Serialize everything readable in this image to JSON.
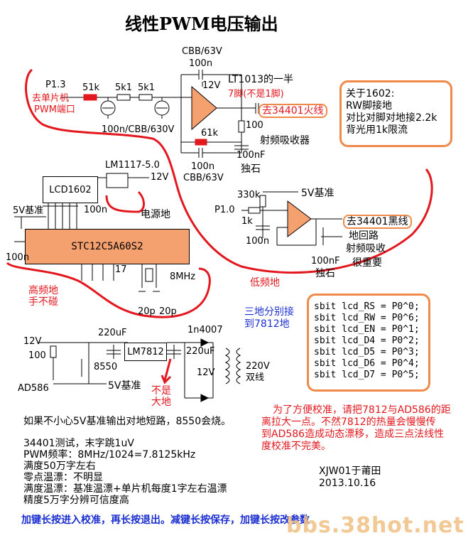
{
  "title": "线性PWM电压输出",
  "top_circuit": {
    "cap_top": "CBB/63V",
    "cap_top_val": "100n",
    "lt1013": "LT1013的一半",
    "pin7": "7脚(不是1脚)",
    "v12": "12V",
    "p13": "P1.3",
    "to_mcu_1": "去单片机",
    "to_mcu_2": "PWM端口",
    "r51k": "51k",
    "r5k1_a": "5k1",
    "r5k1_b": "5k1",
    "cap_mid": "100n/CBB/630V",
    "r61k": "61k",
    "to_34401_red": "去34401火线",
    "r100": "100",
    "rf_absorber": "射频吸收器",
    "cap_100nf": "100nF",
    "isolated": "独石",
    "cap_bot_val": "100n",
    "cap_bot": "CBB/63V"
  },
  "note_1602": {
    "l1": "关于1602:",
    "l2": "RW脚接地",
    "l3": "对比对脚对地接2.2k",
    "l4": "背光用1k限流"
  },
  "mid_circuit": {
    "lm1117": "LM1117-5.0",
    "v12": "12V",
    "lcd": "LCD1602",
    "c100n": "100n",
    "power_gnd": "电源地",
    "v5ref": "5V基准",
    "mcu": "STC12C5A60S2",
    "c100n_left": "100n",
    "n17": "17",
    "xtal": "8MHz",
    "c20p_a": "20p",
    "c20p_b": "20p",
    "hf_gnd_1": "高频地",
    "hf_gnd_2": "手不碰",
    "lf_gnd": "低频地"
  },
  "ref_circuit": {
    "r330k": "330k",
    "v5ref": "5V基准",
    "p10": "P1.0",
    "r1k": "1k",
    "c100n": "100n",
    "to_34401_black": "去34401黑线",
    "gnd_loop": "地回路",
    "rf_absorb": "射频吸收",
    "important": "很重要",
    "cap_100nf": "100nF",
    "isolated": "独石"
  },
  "three_ground_1": "三地分别接",
  "three_ground_2": "到7812地",
  "sbit_lines": [
    "sbit lcd_RS = P0^0;",
    "sbit lcd_RW = P0^6;",
    "sbit lcd_EN = P0^1;",
    "sbit lcd_D4 = P0^2;",
    "sbit lcd_D5 = P0^3;",
    "sbit lcd_D6 = P0^4;",
    "sbit lcd_D7 = P0^5;"
  ],
  "psu": {
    "v12": "12V",
    "r100": "100",
    "ad586": "AD586",
    "q8550": "8550",
    "v5ref": "5V基准",
    "c220uf_a": "220uF",
    "lm7812": "LM7812",
    "c220uf_b": "220uF",
    "d1n4007": "1n4007",
    "v12_tx": "12V",
    "v220": "220V",
    "dual": "双线",
    "not_gnd_1": "不是",
    "not_gnd_2": "大地"
  },
  "warning_8550": "如果不小心5V基准输出对地短路，8550会烧。",
  "note_7812_1": "为了方便校准，请把7812与AD586的距",
  "note_7812_2": "离拉大一点。不然7812的热量会慢慢传",
  "note_7812_3": "到AD586造成动态漂移，造成三点法线性",
  "note_7812_4": "度校准不完美。",
  "stats": [
    "34401测试，末字跳1uV",
    "PWM频率：8MHz/1024=7.8125kHz",
    "满度50万字左右",
    "零点温漂：不明显",
    "满度温漂：基准温漂+单片机每度1字左右温漂",
    "精度5万字分辨可信度高"
  ],
  "author": "XJW01于莆田",
  "date": "2013.10.16",
  "bottom_note": "加键长按进入校准，再长按退出。减键长按保存，加键长按改参数",
  "watermark": "bbs.38hot.net",
  "colors": {
    "red": "#e3171e",
    "blue": "#1b2fd0",
    "orange": "#f5a06f",
    "box_border": "#f08a4a"
  }
}
